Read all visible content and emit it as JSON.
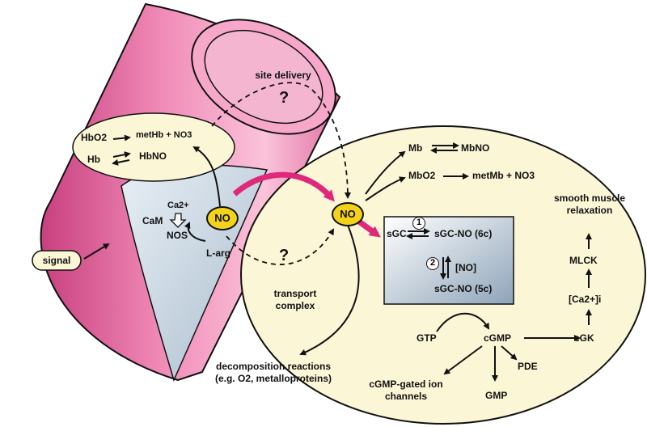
{
  "vessel": {
    "site_delivery": "site delivery",
    "question": "?",
    "hb_box": {
      "hbo2": "HbO2",
      "hb": "Hb",
      "methb": "metHb + NO3",
      "hbno": "HbNO"
    },
    "signal": "signal",
    "ca": "Ca2+",
    "cam": "CaM",
    "nos": "NOS",
    "no": "NO",
    "larg": "L-arg"
  },
  "cell": {
    "no": "NO",
    "question": "?",
    "mb": "Mb",
    "mbno": "MbNO",
    "mbo2": "MbO2",
    "metmb": "metMb + NO3",
    "transport": "transport complex",
    "decomposition": "decomposition reactions (e.g. O2, metalloproteins)",
    "sgc": "sGC",
    "sgc_no_6c": "sGC-NO (6c)",
    "sgc_no_5c": "sGC-NO (5c)",
    "no_conc": "[NO]",
    "step1": "1",
    "step2": "2",
    "gtp": "GTP",
    "cgmp": "cGMP",
    "pde": "PDE",
    "gmp": "GMP",
    "cgmp_gated": "cGMP-gated ion channels",
    "cgk": "cGK",
    "ca_i": "[Ca2+]i",
    "mlck": "MLCK",
    "relaxation": "smooth muscle relaxation"
  }
}
